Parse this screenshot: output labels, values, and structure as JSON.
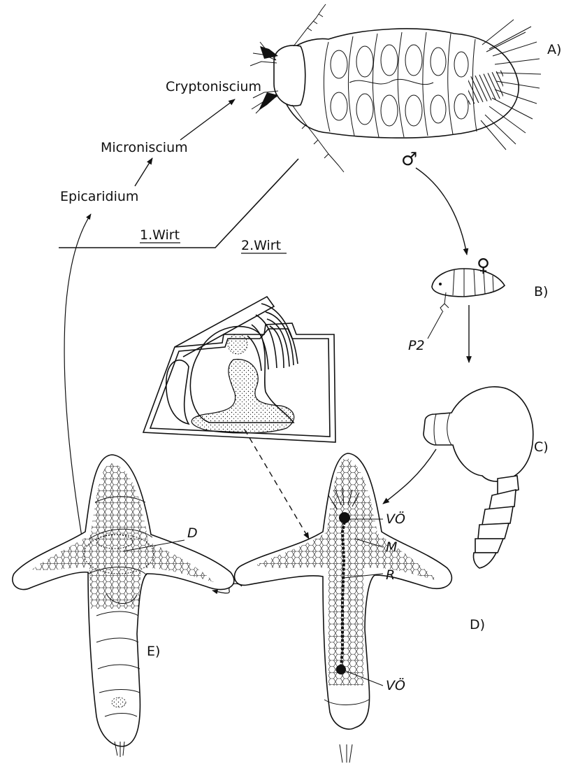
{
  "life_cycle_stages": {
    "epicaridium": "Epicaridium",
    "microniscium": "Microniscium",
    "cryptoniscium": "Cryptoniscium"
  },
  "hosts": {
    "first_host": "1.Wirt",
    "second_host": "2.Wirt"
  },
  "panel_labels": {
    "a": "A)",
    "b": "B)",
    "c": "C)",
    "d": "D)",
    "e": "E)"
  },
  "sex_symbols": {
    "male": "♂",
    "female": "♀"
  },
  "structure_labels": {
    "p2": "P2",
    "d": "D",
    "vo_upper": "VÖ",
    "m": "M",
    "r": "R",
    "vo_lower": "VÖ"
  },
  "colors": {
    "ink": "#111111",
    "background": "#ffffff"
  }
}
